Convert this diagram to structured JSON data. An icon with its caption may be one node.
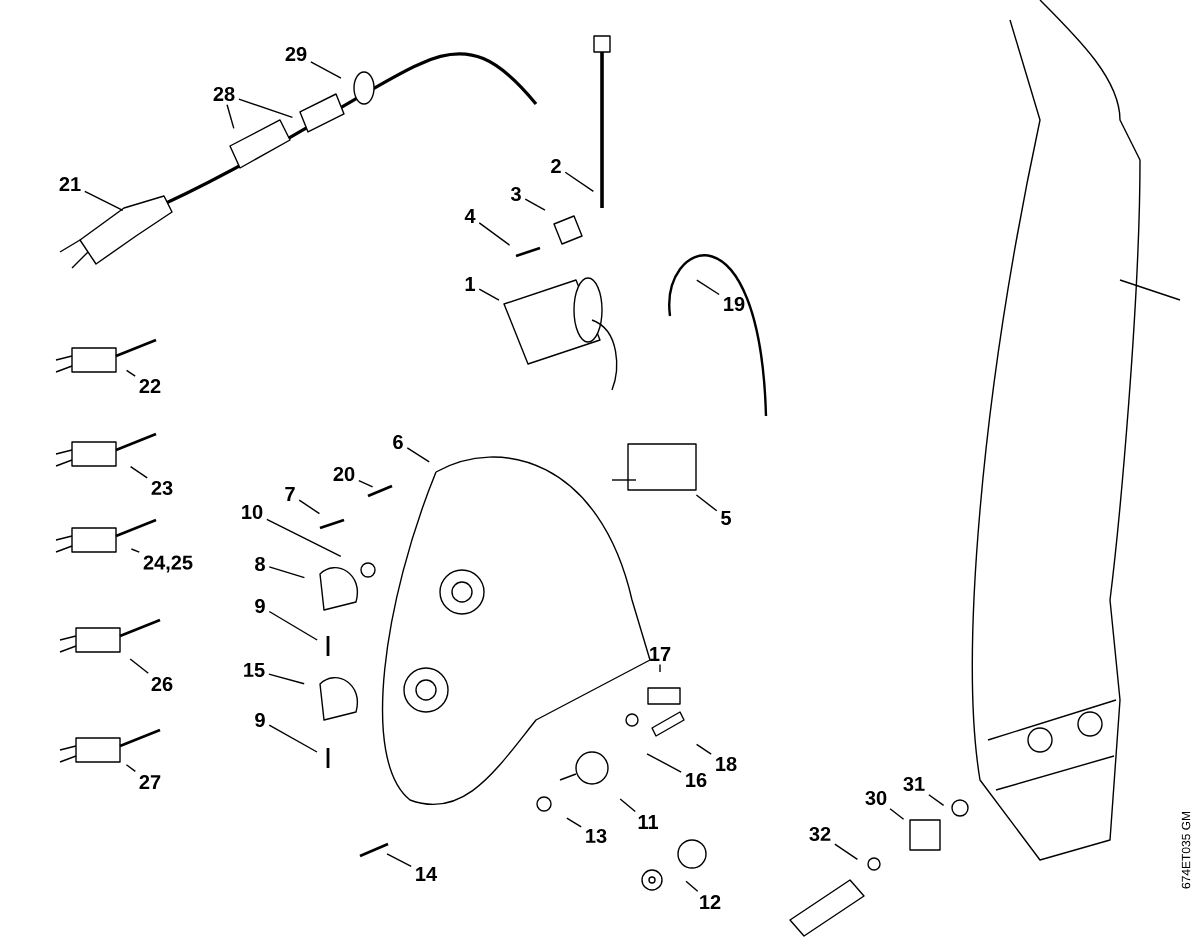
{
  "diagram": {
    "nodes": [
      {
        "text": [
          "29"
        ]
      },
      {
        "text": [
          "28"
        ]
      },
      {
        "text": [
          "21"
        ]
      },
      {
        "text": [
          "2"
        ]
      },
      {
        "text": [
          "3"
        ]
      },
      {
        "text": [
          "4"
        ]
      },
      {
        "text": [
          "1"
        ]
      },
      {
        "text": [
          "19"
        ]
      },
      {
        "text": [
          "22"
        ]
      },
      {
        "text": [
          "6"
        ]
      },
      {
        "text": [
          "5"
        ]
      },
      {
        "text": [
          "23"
        ]
      },
      {
        "text": [
          "20"
        ]
      },
      {
        "text": [
          "7"
        ]
      },
      {
        "text": [
          "10"
        ]
      },
      {
        "text": [
          "24,25"
        ]
      },
      {
        "text": [
          "8"
        ]
      },
      {
        "text": [
          "9"
        ]
      },
      {
        "text": [
          "17"
        ]
      },
      {
        "text": [
          "15"
        ]
      },
      {
        "text": [
          "26"
        ]
      },
      {
        "text": [
          "9"
        ]
      },
      {
        "text": [
          "16"
        ]
      },
      {
        "text": [
          "18"
        ]
      },
      {
        "text": [
          "27"
        ]
      },
      {
        "text": [
          "31"
        ]
      },
      {
        "text": [
          "30"
        ]
      },
      {
        "text": [
          "11"
        ]
      },
      {
        "text": [
          "32"
        ]
      },
      {
        "text": [
          "13"
        ]
      },
      {
        "text": [
          "14"
        ]
      },
      {
        "text": [
          "12"
        ]
      }
    ],
    "edges": [
      {
        "from": 0,
        "to": null,
        "arrow": "none"
      },
      {
        "from": 1,
        "to": null,
        "arrow": "none"
      },
      {
        "from": 1,
        "to": null,
        "arrow": "none"
      },
      {
        "from": 2,
        "to": null,
        "arrow": "none"
      },
      {
        "from": 3,
        "to": null,
        "arrow": "none"
      },
      {
        "from": 4,
        "to": null,
        "arrow": "none"
      },
      {
        "from": 5,
        "to": null,
        "arrow": "none"
      },
      {
        "from": 6,
        "to": null,
        "arrow": "none"
      },
      {
        "from": 7,
        "to": null,
        "arrow": "none"
      },
      {
        "from": 8,
        "to": null,
        "arrow": "none"
      },
      {
        "from": 9,
        "to": null,
        "arrow": "none"
      },
      {
        "from": 10,
        "to": null,
        "arrow": "none"
      },
      {
        "from": 11,
        "to": null,
        "arrow": "none"
      },
      {
        "from": 12,
        "to": null,
        "arrow": "none"
      },
      {
        "from": 13,
        "to": null,
        "arrow": "none"
      },
      {
        "from": 14,
        "to": null,
        "arrow": "none"
      },
      {
        "from": 15,
        "to": null,
        "arrow": "none"
      },
      {
        "from": 16,
        "to": null,
        "arrow": "none"
      },
      {
        "from": 17,
        "to": null,
        "arrow": "none"
      },
      {
        "from": 18,
        "to": null,
        "arrow": "none"
      },
      {
        "from": 19,
        "to": null,
        "arrow": "none"
      },
      {
        "from": 20,
        "to": null,
        "arrow": "none"
      },
      {
        "from": 21,
        "to": null,
        "arrow": "none"
      },
      {
        "from": 22,
        "to": null,
        "arrow": "none"
      },
      {
        "from": 23,
        "to": null,
        "arrow": "none"
      },
      {
        "from": 24,
        "to": null,
        "arrow": "none"
      },
      {
        "from": 25,
        "to": null,
        "arrow": "none"
      },
      {
        "from": 26,
        "to": null,
        "arrow": "none"
      },
      {
        "from": 27,
        "to": null,
        "arrow": "none"
      },
      {
        "from": 28,
        "to": null,
        "arrow": "none"
      },
      {
        "from": 29,
        "to": null,
        "arrow": "none"
      },
      {
        "from": 30,
        "to": null,
        "arrow": "none"
      },
      {
        "from": 31,
        "to": null,
        "arrow": "none"
      }
    ],
    "labels": [
      "674ET035 GM"
    ]
  }
}
